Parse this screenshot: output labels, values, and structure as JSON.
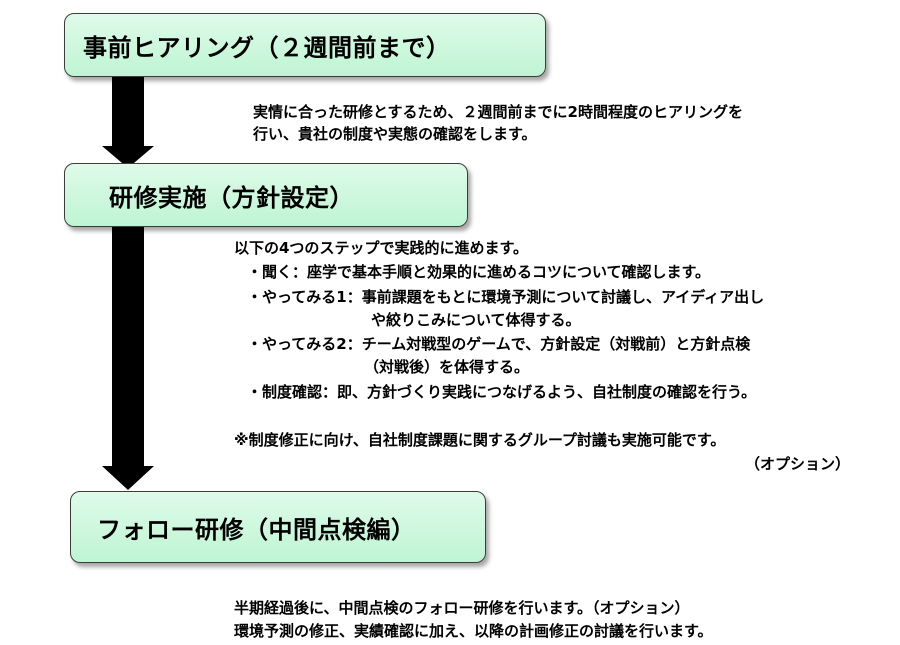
{
  "steps": [
    {
      "title": "事前ヒアリング（２週間前まで）",
      "description": [
        "実情に合った研修とするため、２週間前までに2時間程度のヒアリングを",
        "行い、貴社の制度や実態の確認をします。"
      ]
    },
    {
      "title": "研修実施（方針設定）",
      "intro": "以下の4つのステップで実践的に進めます。",
      "items": [
        {
          "lines": [
            "・聞く：座学で基本手順と効果的に進めるコツについて確認します。"
          ]
        },
        {
          "lines": [
            "・やってみる1：事前課題をもとに環境予測について討議し、アイディア出し",
            "や絞りこみについて体得する。"
          ]
        },
        {
          "lines": [
            "・やってみる2：チーム対戦型のゲームで、方針設定（対戦前）と方針点検",
            "（対戦後）を体得する。"
          ]
        },
        {
          "lines": [
            "・制度確認：即、方針づくり実践につなげるよう、自社制度の確認を行う。"
          ]
        }
      ],
      "note": "※制度修正に向け、自社制度課題に関するグループ討議も実施可能です。",
      "note_option": "（オプション）"
    },
    {
      "title": "フォロー研修（中間点検編）",
      "description": [
        "半期経過後に、中間点検のフォロー研修を行います。（オプション）",
        "環境予測の修正、実績確認に加え、以降の計画修正の討議を行います。"
      ]
    }
  ],
  "colors": {
    "box_fill": "#c8f7da",
    "box_border": "#3c3c3c",
    "arrow": "#000000"
  }
}
